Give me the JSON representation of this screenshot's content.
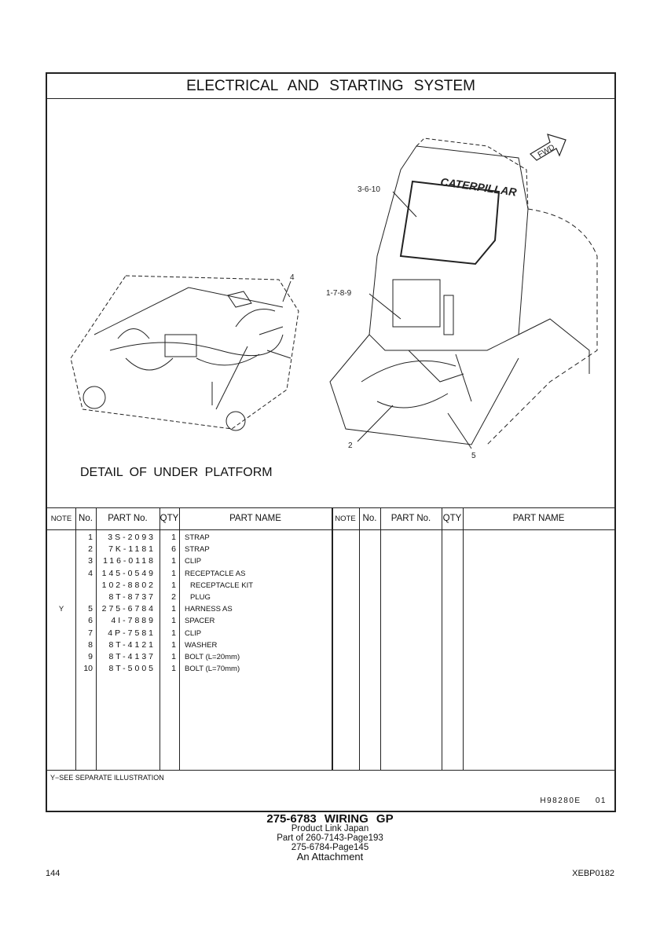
{
  "title": "ELECTRICAL AND STARTING SYSTEM",
  "illustration": {
    "callouts": [
      "3-6-10",
      "1-7-8-9",
      "4",
      "2",
      "5"
    ],
    "fwd_label": "FWD",
    "brand_logo": "CATERPILLAR",
    "detail_caption": "DETAIL OF UNDER PLATFORM"
  },
  "table": {
    "headers": {
      "note": "NOTE",
      "no": "No.",
      "part_no": "PART No.",
      "qty": "QTY",
      "part_name": "PART NAME"
    },
    "rows": [
      {
        "note": "",
        "no": "1",
        "part_no": "3S-2093",
        "qty": "1",
        "name": "STRAP",
        "indent": false
      },
      {
        "note": "",
        "no": "2",
        "part_no": "7K-1181",
        "qty": "6",
        "name": "STRAP",
        "indent": false
      },
      {
        "note": "",
        "no": "3",
        "part_no": "116-0118",
        "qty": "1",
        "name": "CLIP",
        "indent": false
      },
      {
        "note": "",
        "no": "4",
        "part_no": "145-0549",
        "qty": "1",
        "name": "RECEPTACLE AS",
        "indent": false
      },
      {
        "note": "",
        "no": "",
        "part_no": "102-8802",
        "qty": "1",
        "name": "RECEPTACLE KIT",
        "indent": true
      },
      {
        "note": "",
        "no": "",
        "part_no": "8T-8737",
        "qty": "2",
        "name": "PLUG",
        "indent": true
      },
      {
        "note": "Y",
        "no": "5",
        "part_no": "275-6784",
        "qty": "1",
        "name": "HARNESS AS",
        "indent": false
      },
      {
        "note": "",
        "no": "6",
        "part_no": "4I-7889",
        "qty": "1",
        "name": "SPACER",
        "indent": false
      },
      {
        "note": "",
        "no": "7",
        "part_no": "4P-7581",
        "qty": "1",
        "name": "CLIP",
        "indent": false
      },
      {
        "note": "",
        "no": "8",
        "part_no": "8T-4121",
        "qty": "1",
        "name": "WASHER",
        "indent": false
      },
      {
        "note": "",
        "no": "9",
        "part_no": "8T-4137",
        "qty": "1",
        "name": "BOLT (L=20mm)",
        "indent": false
      },
      {
        "note": "",
        "no": "10",
        "part_no": "8T-5005",
        "qty": "1",
        "name": "BOLT (L=70mm)",
        "indent": false
      }
    ]
  },
  "footnote": "Y−SEE SEPARATE ILLUSTRATION",
  "illustration_code": "H98280E",
  "illustration_rev": "01",
  "group": {
    "title": "275-6783 WIRING GP",
    "lines": [
      "Product Link Japan",
      "Part of 260-7143-Page193",
      "275-6784-Page145",
      "An Attachment"
    ]
  },
  "page_number": "144",
  "doc_code": "XEBP0182"
}
